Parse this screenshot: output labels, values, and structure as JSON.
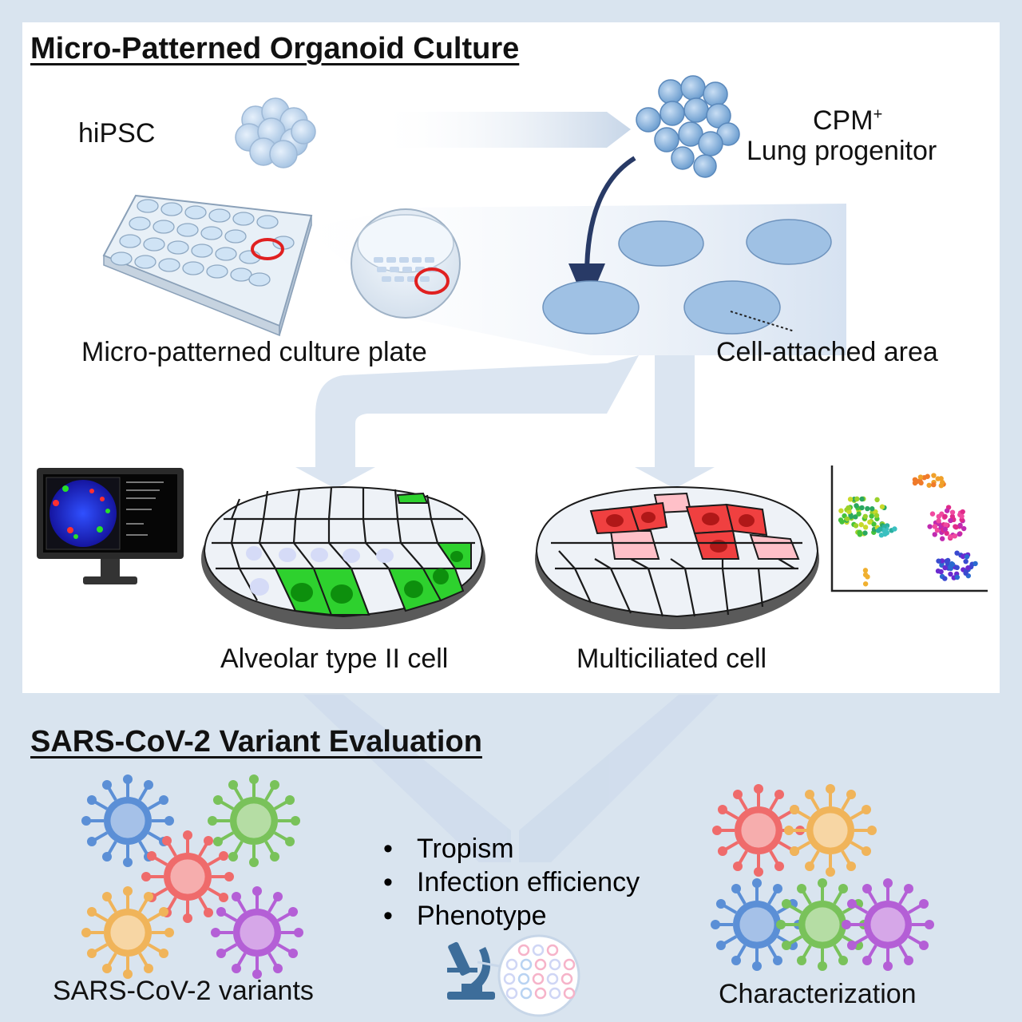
{
  "section_top": {
    "title": "Micro-Patterned Organoid Culture"
  },
  "section_bottom": {
    "title": "SARS-CoV-2 Variant Evaluation"
  },
  "labels": {
    "hipsc": "hiPSC",
    "cpm_line1": "CPM",
    "cpm_sup": "+",
    "cpm_line2": "Lung progenitor",
    "plate": "Micro-patterned culture plate",
    "cell_area": "Cell-attached area",
    "at2": "Alveolar type II cell",
    "mcc": "Multiciliated cell",
    "variants": "SARS-CoV-2 variants",
    "characterization": "Characterization"
  },
  "evaluation_points": [
    "Tropism",
    "Infection efficiency",
    "Phenotype"
  ],
  "colors": {
    "panel_bg": "#d9e4ef",
    "box_bg": "#ffffff",
    "arrow": "#c9d8ea",
    "disc_blue": "#9dbfe3",
    "at2_green": "#2ed12e",
    "mcc_red": "#f04040",
    "ring_red": "#e02020",
    "virus_blue": "#5b8fd6",
    "virus_green": "#79c25a",
    "virus_red": "#ef6b6b",
    "virus_orange": "#f0b45a",
    "virus_purple": "#b45fd6"
  },
  "icons": [
    "monitor-icon",
    "microscope-icon",
    "virus-icon",
    "well-plate-icon",
    "petri-dish-icon",
    "cell-cluster-icon",
    "scatter-plot-icon"
  ]
}
